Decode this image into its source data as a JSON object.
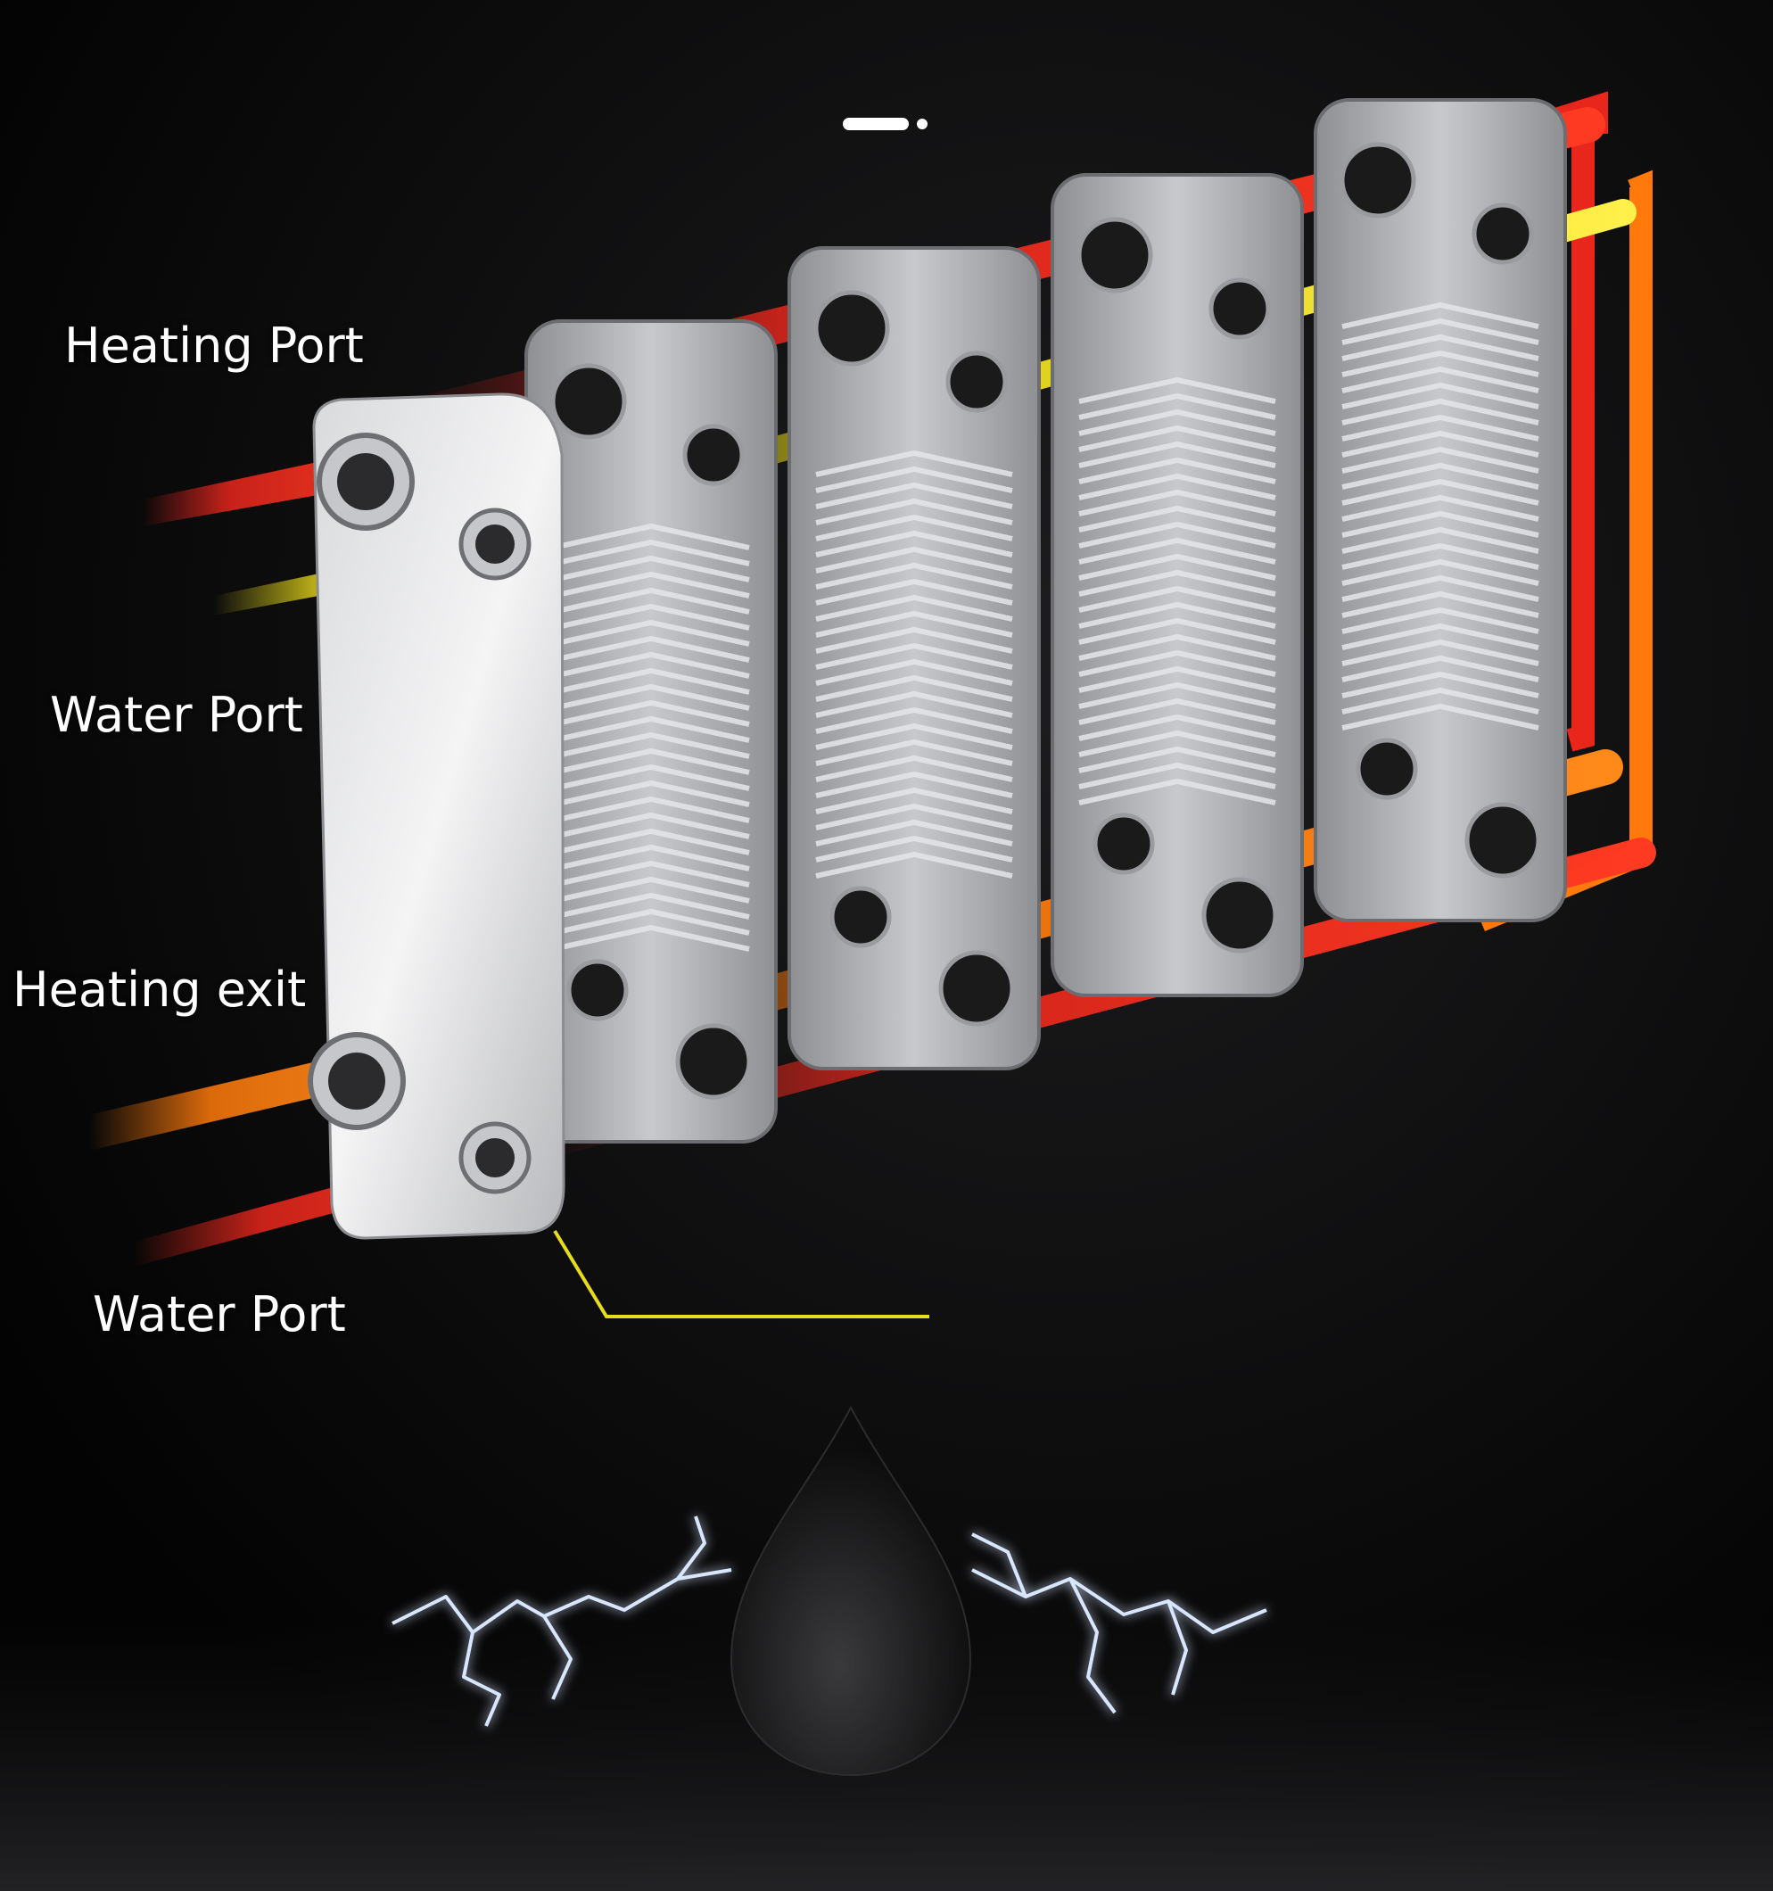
{
  "labels": {
    "heating_port": "Heating Port",
    "water_port_top": "Water Port",
    "heating_exit": "Heating exit",
    "water_port_bottom": "Water Port"
  },
  "colors": {
    "background": "#050505",
    "hot_red": "#e8261c",
    "orange": "#ff7a0a",
    "yellow": "#f2e21a",
    "leader_line": "#e6dc1e",
    "plate_steel": "#a9aaad",
    "lightning": "#cfe2ff"
  },
  "plate_count": 4
}
